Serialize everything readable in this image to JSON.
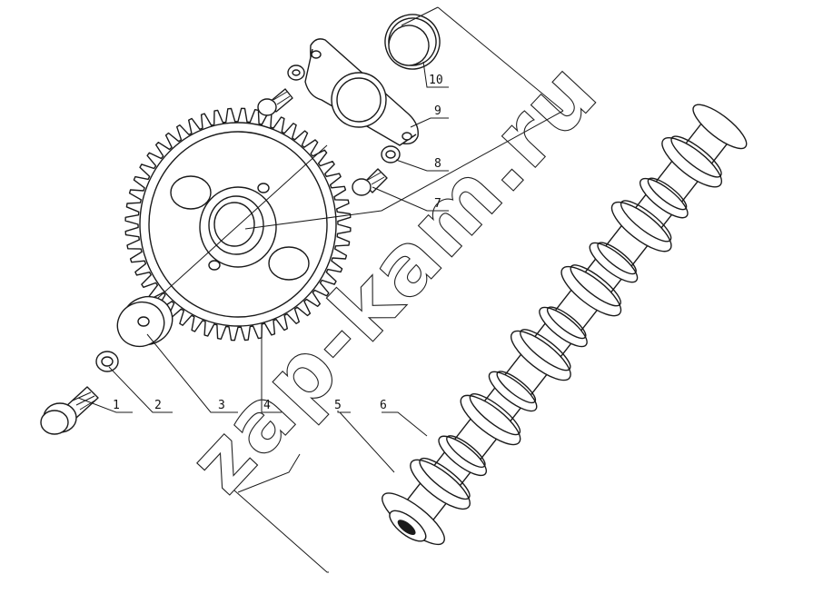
{
  "callouts": [
    {
      "id": "1",
      "text": "1"
    },
    {
      "id": "2",
      "text": "2"
    },
    {
      "id": "3",
      "text": "3"
    },
    {
      "id": "4",
      "text": "4"
    },
    {
      "id": "5",
      "text": "5"
    },
    {
      "id": "6",
      "text": "6"
    },
    {
      "id": "7",
      "text": "7"
    },
    {
      "id": "8",
      "text": "8"
    },
    {
      "id": "9",
      "text": "9"
    },
    {
      "id": "10",
      "text": "10"
    }
  ],
  "watermark": "zap-kam.ru"
}
